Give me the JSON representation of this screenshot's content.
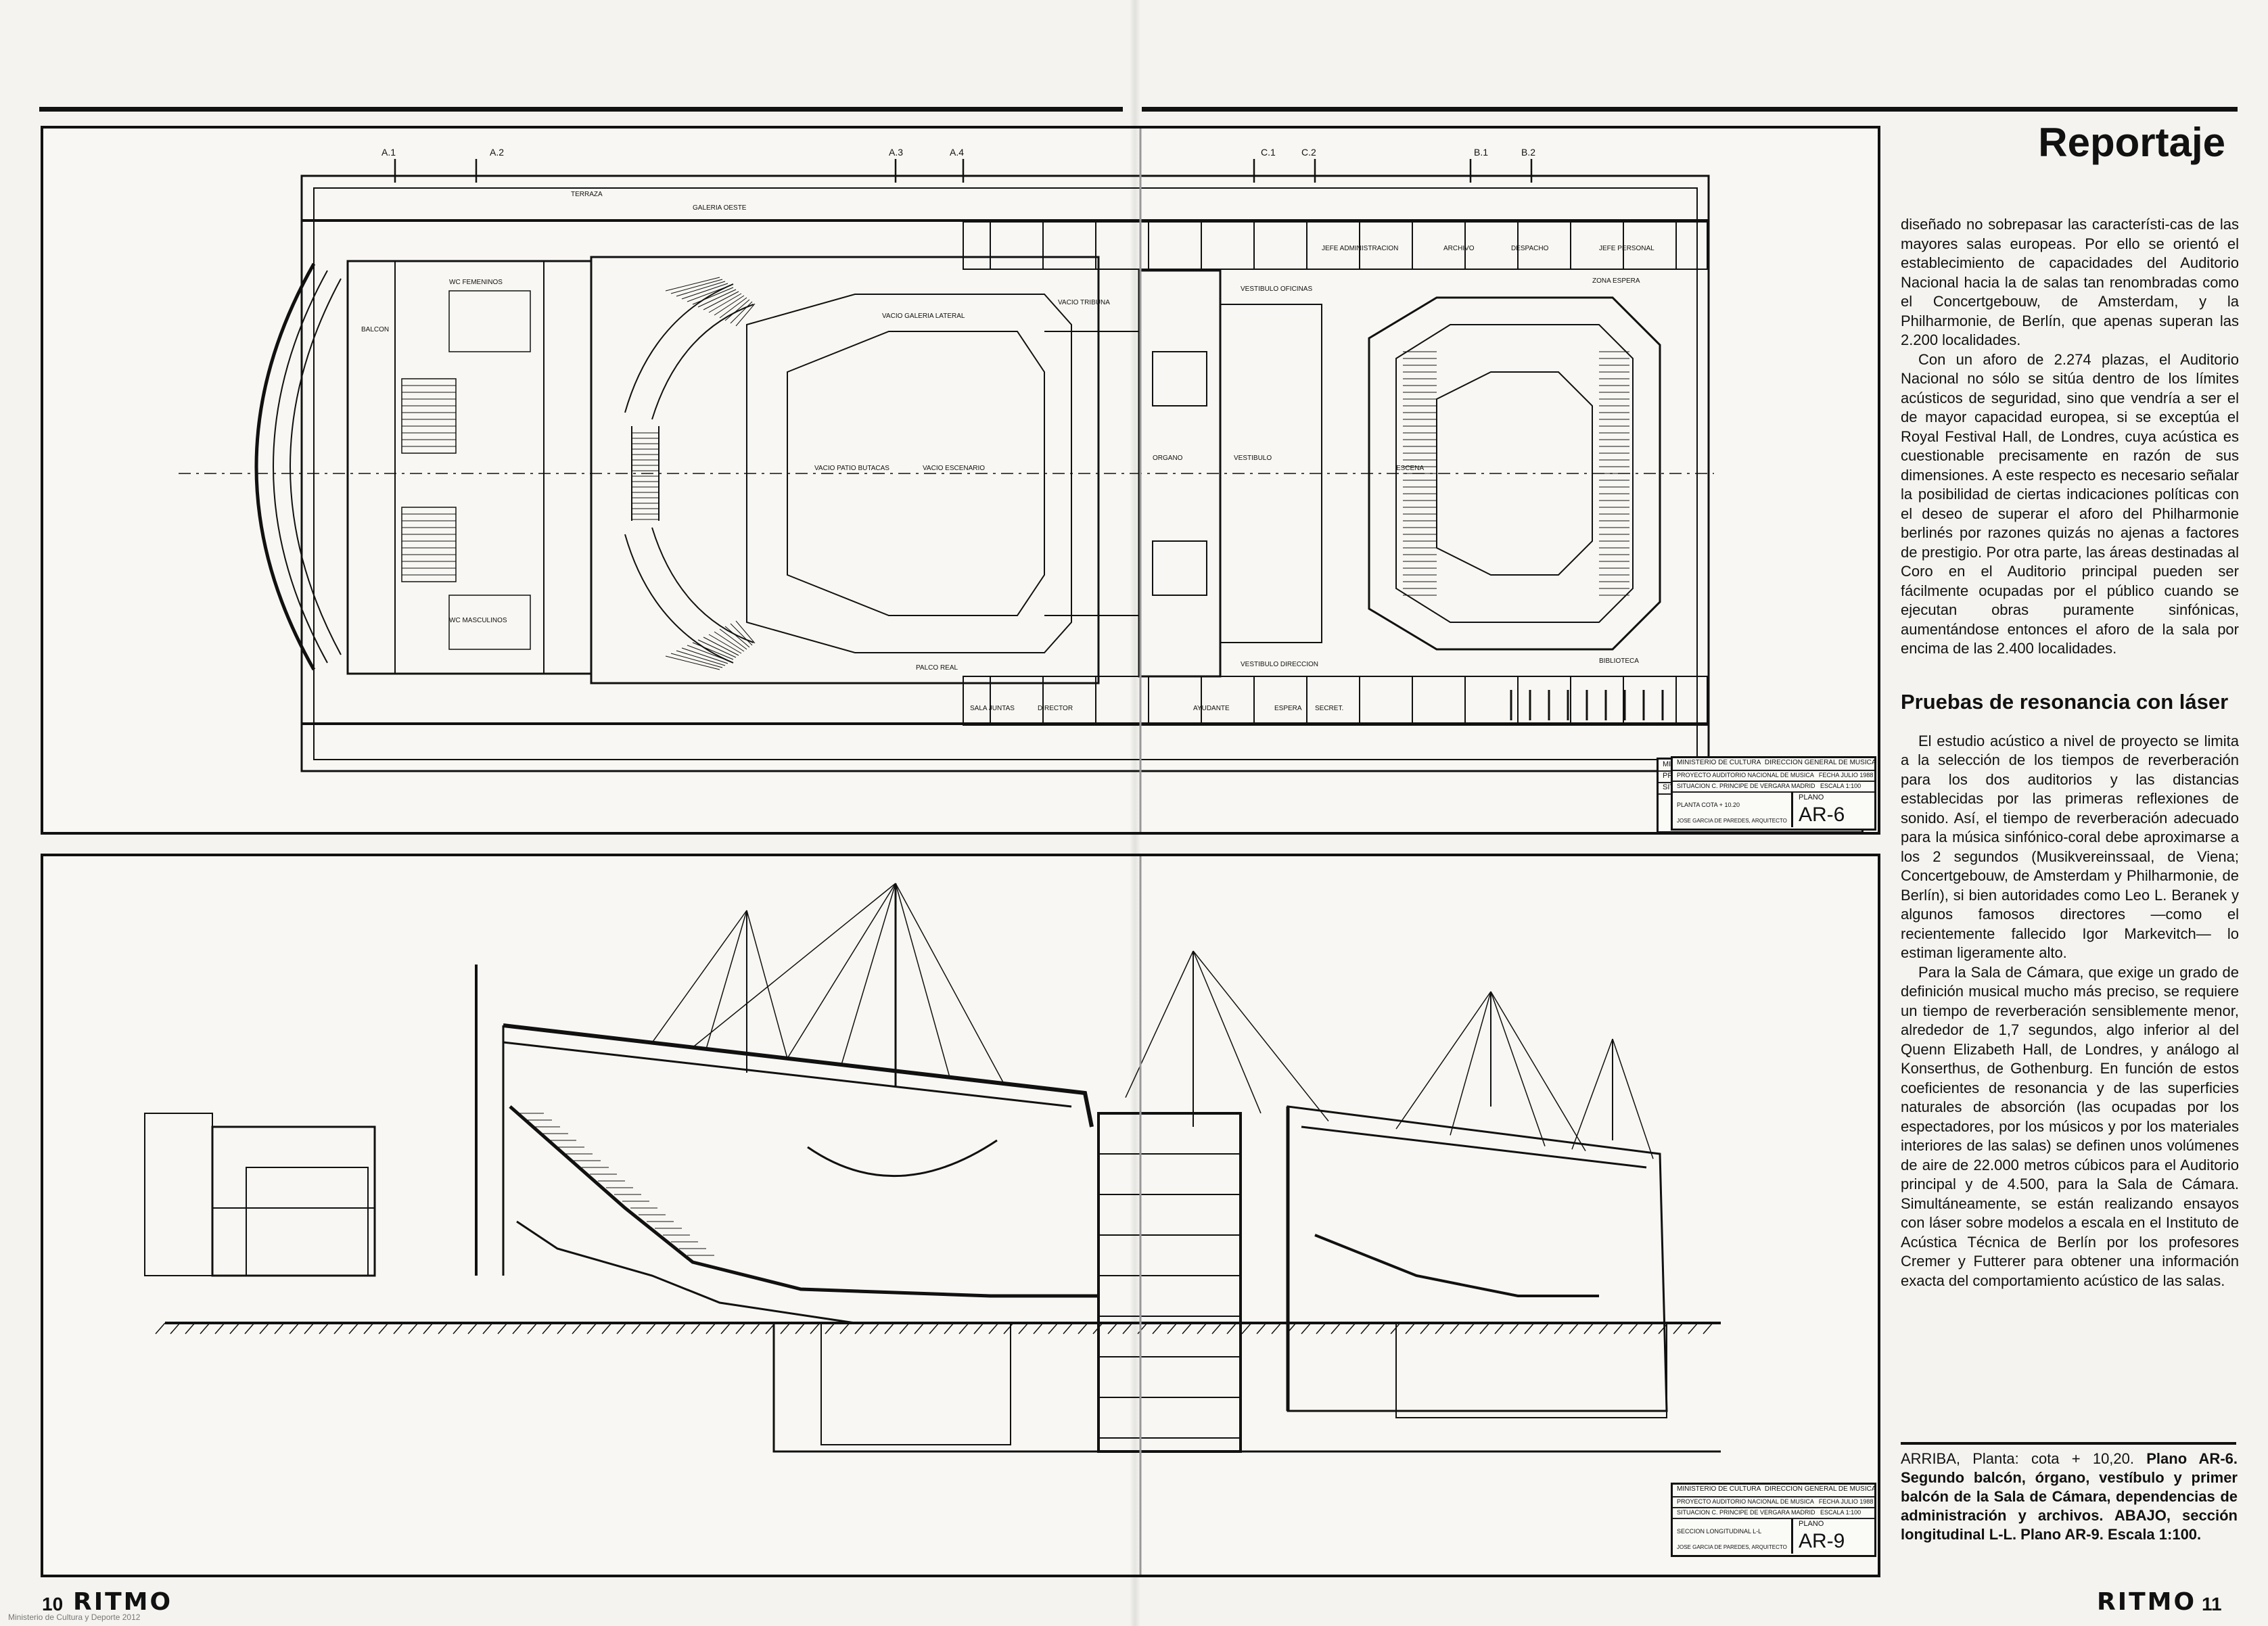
{
  "header": {
    "section_title": "Reportaje"
  },
  "article": {
    "paragraphs_intro": [
      "diseñado no sobrepasar las característi-cas de las mayores salas europeas. Por ello se orientó el establecimiento de capacidades del Auditorio Nacional hacia la de salas tan renombradas como el Concertgebouw, de Amsterdam, y la Philharmonie, de Berlín, que apenas superan las 2.200 localidades.",
      "Con un aforo de 2.274 plazas, el Auditorio Nacional no sólo se sitúa dentro de los límites acústicos de seguridad, sino que vendría a ser el de mayor capacidad europea, si se exceptúa el Royal Festival Hall, de Londres, cuya acústica es cuestionable precisamente en razón de sus dimensiones. A este respecto es necesario señalar la posibilidad de ciertas indicaciones políticas con el deseo de superar el aforo del Philharmonie berlinés por razones quizás no ajenas a factores de prestigio. Por otra parte, las áreas destinadas al Coro en el Auditorio principal pueden ser fácilmente ocupadas por el público cuando se ejecutan obras puramente sinfónicas, aumentándose entonces el aforo de la sala por encima de las 2.400 localidades."
    ],
    "subheading": "Pruebas de resonancia con láser",
    "paragraphs_body": [
      "El estudio acústico a nivel de proyecto se limita a la selección de los tiempos de reverberación para los dos auditorios y las distancias establecidas por las primeras reflexiones de sonido. Así, el tiempo de reverberación adecuado para la música sinfónico-coral debe aproximarse a los 2 segundos (Musikvereinssaal, de Viena; Concertgebouw, de Amsterdam y Philharmonie, de Berlín), si bien autoridades como Leo L. Beranek y algunos famosos directores —como el recientemente fallecido Igor Markevitch— lo estiman ligeramente alto.",
      "Para la Sala de Cámara, que exige un grado de definición musical mucho más preciso, se requiere un tiempo de reverberación sensiblemente menor, alrededor de 1,7 segundos, algo inferior al del Quenn Elizabeth Hall, de Londres, y análogo al Konserthus, de Gothenburg. En función de estos coeficientes de resonancia y de las superficies naturales de absorción (las ocupadas por los espectadores, por los músicos y por los materiales interiores de las salas) se definen unos volúmenes de aire de 22.000 metros cúbicos para el Auditorio principal y de 4.500, para la Sala de Cámara. Simultáneamente, se están realizando ensayos con láser sobre modelos a escala en el Instituto de Acústica Técnica de Berlín por los profesores Cremer y Futterer para obtener una información exacta del comportamiento acústico de las salas."
    ],
    "caption_lead": "ARRIBA, Planta: cota + 10,20.",
    "caption_rest": "Plano AR-6. Segundo balcón, órgano, vestíbulo y primer balcón de la Sala de Cámara, dependencias de administración y archivos. ABAJO, sección longitudinal L-L. Plano AR-9. Escala 1:100."
  },
  "plan_top": {
    "title_block": {
      "ministry": "MINISTERIO DE CULTURA",
      "direction": "DIRECCION GENERAL DE MUSICA Y TEATRO",
      "proyecto": "PROYECTO   AUDITORIO NACIONAL DE MUSICA",
      "fecha": "FECHA   JULIO 1988",
      "situacion": "SITUACION   C. PRINCIPE DE VERGARA   MADRID",
      "escala": "ESCALA   1:100",
      "planta": "PLANTA   COTA + 10.20",
      "arquitecto": "JOSE GARCIA DE PAREDES, ARQUITECTO",
      "plano_label": "PLANO",
      "plano_number": "AR-6"
    },
    "section_marks": [
      "A.1",
      "A.2",
      "A.3",
      "A.4",
      "C.1",
      "C.2",
      "B.1",
      "B.2"
    ],
    "room_labels": [
      "GALERIA OESTE",
      "TERRAZA",
      "BALCON",
      "WC FEMENINOS",
      "WC MASCULINOS",
      "VACIO PATIO BUTACAS",
      "VACIO ESCENARIO",
      "VACIO GALERIA LATERAL",
      "VACIO TRIBUNA",
      "PALCO REAL",
      "SALA JUNTAS",
      "DIRECTOR",
      "ORGANO",
      "VESTIBULO",
      "ESCENA",
      "ZONA ESPERA",
      "BIBLIOTECA",
      "ARCHIVO",
      "DESPACHO",
      "JEFE ADMINISTRACION",
      "JEFE PERSONAL",
      "VESTIBULO OFICINAS",
      "VESTIBULO DIRECCION",
      "SECRET.",
      "AYUDANTE",
      "ESPERA"
    ]
  },
  "section_bottom": {
    "title_block": {
      "ministry": "MINISTERIO DE CULTURA",
      "direction": "DIRECCION GENERAL DE MUSICA Y TEATRO",
      "proyecto": "PROYECTO   AUDITORIO NACIONAL DE MUSICA",
      "fecha": "FECHA   JULIO 1988",
      "situacion": "SITUACION   C. PRINCIPE DE VERGARA   MADRID",
      "escala": "ESCALA   1:100",
      "seccion": "SECCION LONGITUDINAL  L-L",
      "arquitecto": "JOSE GARCIA DE PAREDES, ARQUITECTO",
      "plano_label": "PLANO",
      "plano_number": "AR-9"
    }
  },
  "footer": {
    "left_page_number": "10",
    "left_magazine": "RITMO",
    "right_magazine": "RITMO",
    "right_page_number": "11",
    "watermark": "Ministerio de Cultura y Deporte 2012"
  },
  "colors": {
    "ink": "#111111",
    "paper": "#f4f3ef"
  }
}
